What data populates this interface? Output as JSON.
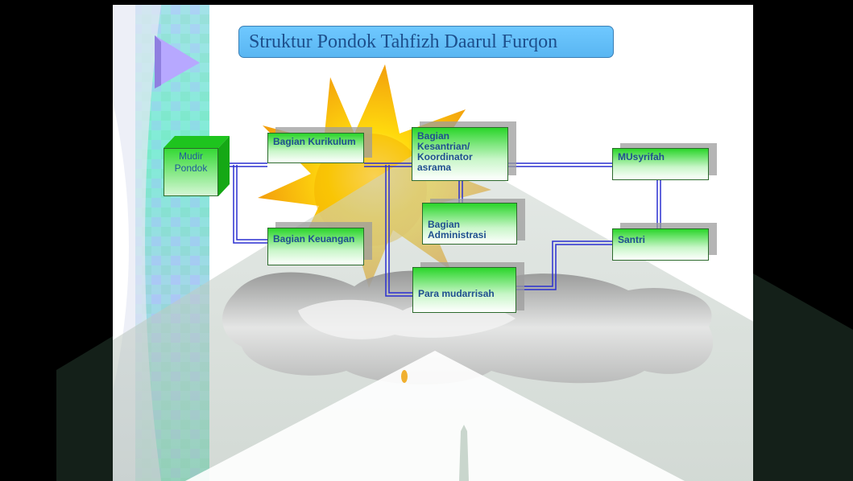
{
  "title": "Struktur Pondok Tahfizh Daarul Furqon",
  "nodes": {
    "mudir": "Mudir Pondok",
    "kurikulum": "Bagian Kurikulum",
    "kesantrian": "Bagian Kesantrian/ Koordinator asrama",
    "musyrifah": "MUsyrifah",
    "administrasi": "Bagian Administrasi",
    "keuangan": "Bagian Keuangan",
    "santri": "Santri",
    "mudarrisah": "Para mudarrisah"
  },
  "colors": {
    "title_fill": "#6fc8ff",
    "node_fill": "#2ad52a",
    "node_text": "#1f4f8f",
    "connector": "#2a2fd0",
    "sunburst": "#ffd500"
  }
}
